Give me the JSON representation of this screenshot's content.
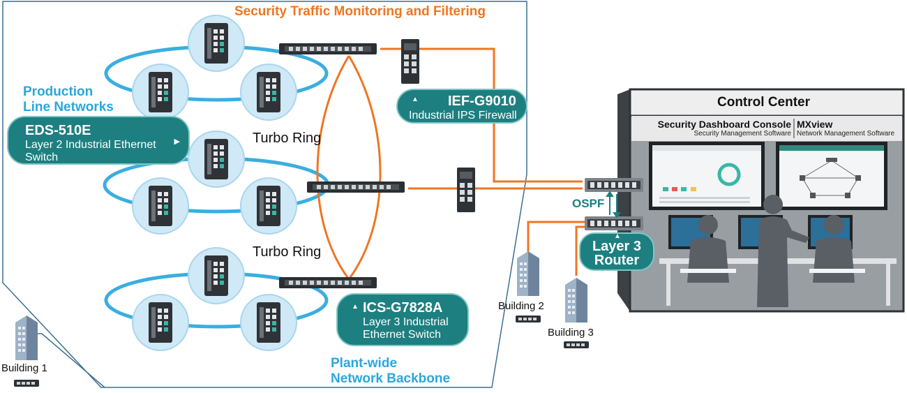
{
  "header": {
    "title": "Security Traffic Monitoring and Filtering"
  },
  "zones": {
    "production": {
      "line1": "Production",
      "line2": "Line Networks"
    },
    "backbone": {
      "line1": "Plant-wide",
      "line2": "Network Backbone"
    }
  },
  "rings": {
    "ring_label_1": "Turbo Ring",
    "ring_label_2": "Turbo Ring"
  },
  "callouts": {
    "eds": {
      "title": "EDS-510E",
      "line1": "Layer 2 Industrial Ethernet",
      "line2": "Switch"
    },
    "ief": {
      "title": "IEF-G9010",
      "line1": "Industrial IPS Firewall"
    },
    "ics": {
      "title": "ICS-G7828A",
      "line1": "Layer 3 Industrial",
      "line2": "Ethernet Switch"
    },
    "router": {
      "line1": "Layer 3",
      "line2": "Router"
    }
  },
  "protocol": {
    "label": "OSPF"
  },
  "buildings": {
    "b1": "Building 1",
    "b2": "Building 2",
    "b3": "Building 3"
  },
  "control_center": {
    "title": "Control Center",
    "console": {
      "title": "Security Dashboard Console",
      "subtitle": "Security Management Software"
    },
    "mxview": {
      "title": "MXview",
      "subtitle": "Network Management Software"
    }
  },
  "colors": {
    "orange": "#ee7623",
    "blue": "#2aa7dc",
    "teal": "#1d7f80",
    "ring": "#3aaee0"
  }
}
